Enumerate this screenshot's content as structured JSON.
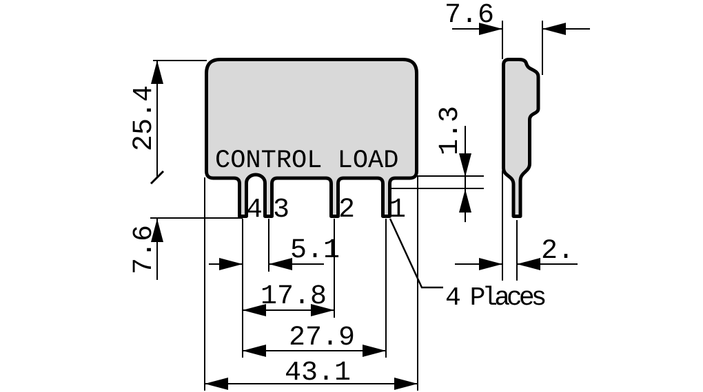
{
  "front": {
    "label": "CONTROL LOAD",
    "pins": [
      "4",
      "3",
      "2",
      "1"
    ],
    "dims": {
      "body_height": "25.4",
      "pin_length": "7.6",
      "standoff": "1.3",
      "pin_pitch": "5.1",
      "span_mid": "17.8",
      "span_outer": "27.9",
      "body_width": "43.1"
    },
    "note": "4 Places"
  },
  "side": {
    "dims": {
      "depth": "7.6",
      "lead_thickness": "2."
    }
  },
  "colors": {
    "body_fill": "#d9d9d9",
    "line": "#000000",
    "background": "#ffffff"
  }
}
